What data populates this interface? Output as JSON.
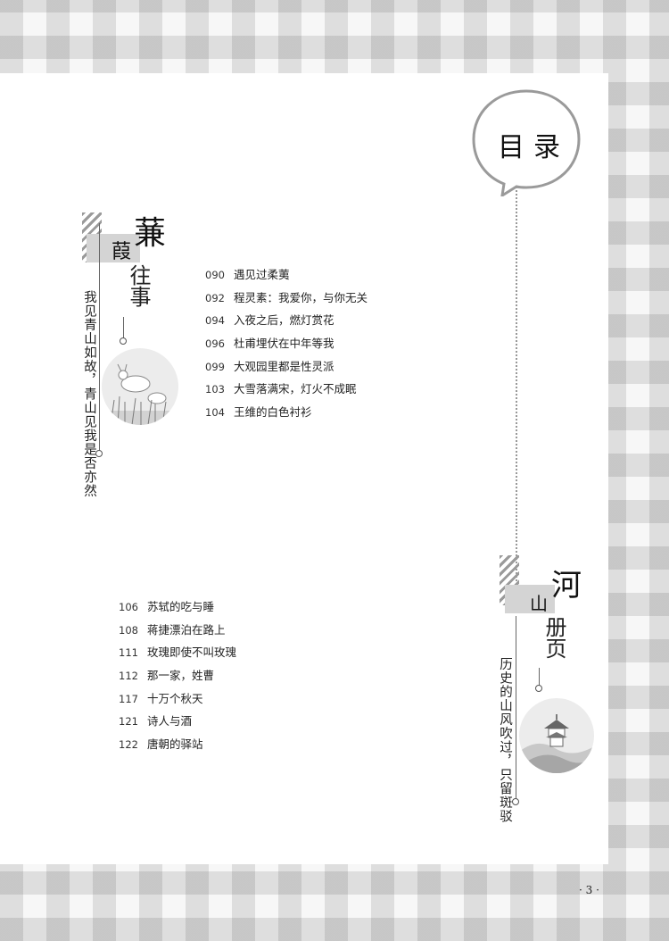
{
  "header": {
    "title": "目录"
  },
  "section1": {
    "title_big": "蒹",
    "title_small": "葭",
    "subtitle": "往事",
    "quote": "我见青山如故，青山见我是否亦然",
    "items": [
      {
        "page": "090",
        "title": "遇见过柔荑"
      },
      {
        "page": "092",
        "title": "程灵素：我爱你，与你无关"
      },
      {
        "page": "094",
        "title": "入夜之后，燃灯赏花"
      },
      {
        "page": "096",
        "title": "杜甫埋伏在中年等我"
      },
      {
        "page": "099",
        "title": "大观园里都是性灵派"
      },
      {
        "page": "103",
        "title": "大雪落满宋，灯火不成眠"
      },
      {
        "page": "104",
        "title": "王维的白色衬衫"
      }
    ]
  },
  "section2": {
    "title_big": "河",
    "title_small": "山",
    "subtitle": "册页",
    "quote": "历史的山风吹过，只留斑驳",
    "items": [
      {
        "page": "106",
        "title": "苏轼的吃与睡"
      },
      {
        "page": "108",
        "title": "蒋捷漂泊在路上"
      },
      {
        "page": "111",
        "title": "玫瑰即使不叫玫瑰"
      },
      {
        "page": "112",
        "title": "那一家，姓曹"
      },
      {
        "page": "117",
        "title": "十万个秋天"
      },
      {
        "page": "121",
        "title": "诗人与酒"
      },
      {
        "page": "122",
        "title": "唐朝的驿站"
      }
    ]
  },
  "footer": {
    "page_number": "· 3 ·"
  },
  "icons": {
    "deer_illustration": "deer-illustration",
    "pavilion_illustration": "pavilion-illustration"
  }
}
